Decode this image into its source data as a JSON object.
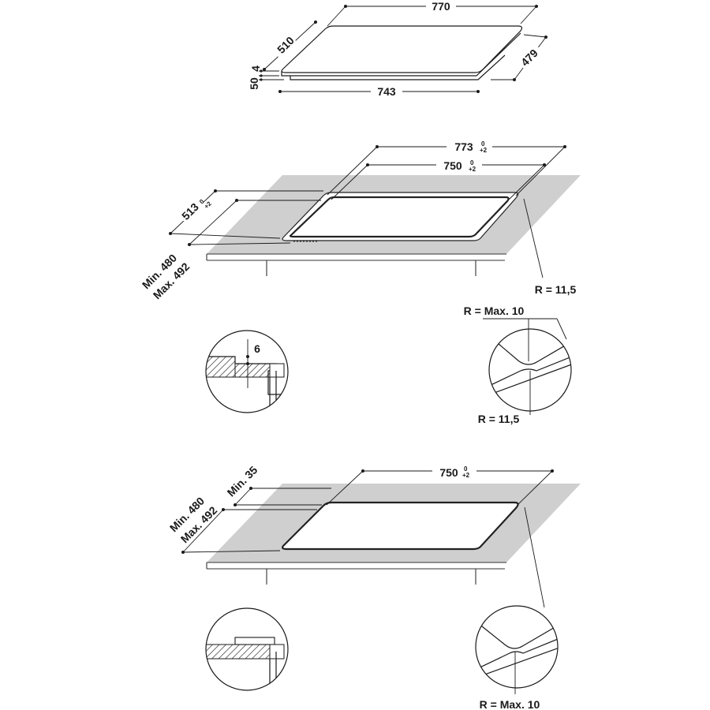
{
  "hob": {
    "width": "770",
    "depth": "510",
    "base_width": "743",
    "base_depth": "479",
    "height_total": "50",
    "height_glass": "4"
  },
  "flush_install": {
    "outer_width": "773",
    "inner_width": "750",
    "outer_depth": "513",
    "tol_top": "0",
    "tol_bottom": "+2",
    "countertop_min": "Min. 480",
    "countertop_max": "Max. 492",
    "corner_radius": "R = 11,5",
    "detail_radius_max": "R = Max. 10",
    "detail_radius": "R = 11,5",
    "rebate_depth": "6"
  },
  "top_install": {
    "cutout_width": "750",
    "tol_top": "0",
    "tol_bottom": "+2",
    "countertop_min": "Min. 480",
    "countertop_max": "Max. 492",
    "min_edge": "Min. 35",
    "detail_radius_max": "R = Max. 10"
  }
}
